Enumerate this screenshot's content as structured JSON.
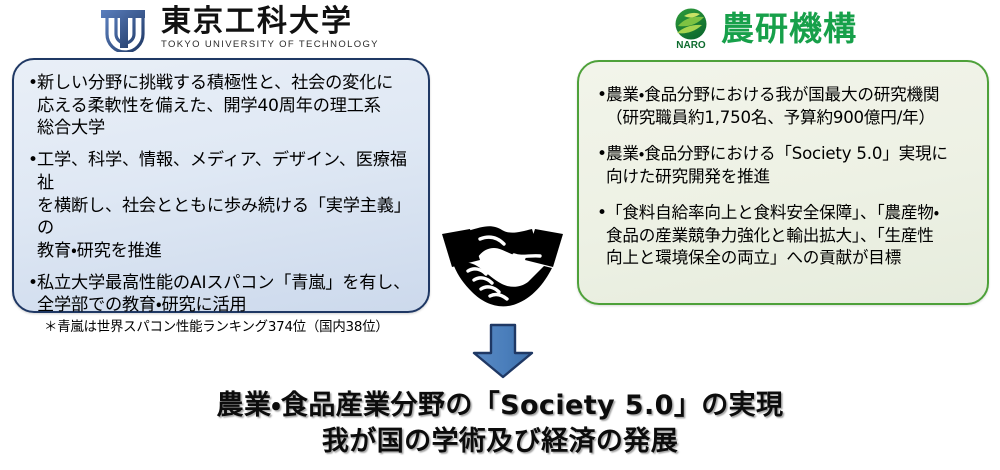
{
  "left_org": {
    "logo_icon": "tut-monogram-icon",
    "name_jp": "東京工科大学",
    "name_en": "TOKYO UNIVERSITY OF TECHNOLOGY",
    "border_color": "#1f3864",
    "fill_color": "#dfe8f4",
    "bullets": [
      "新しい分野に挑戦する積極性と、社会の変化に\n応える柔軟性を備えた、開学40周年の理工系\n総合大学",
      "工学、科学、情報、メディア、デザイン、医療福祉\nを横断し、社会とともに歩み続ける「実学主義」の\n教育・研究を推進",
      "私立大学最高性能のAIスパコン「青嵐」を有し、\n全学部での教育・研究に活用"
    ],
    "footnote": "＊青嵐は世界スパコン性能ランキング374位（国内38位）"
  },
  "right_org": {
    "logo_icon": "naro-leaf-icon",
    "logo_label": "NARO",
    "name_jp": "農研機構",
    "border_color": "#4ea13a",
    "fill_color": "#edf1e4",
    "accent_color": "#17a04a",
    "bullets": [
      "農業・食品分野における我が国最大の研究機関\n（研究職員約1,750名、予算約900億円/年）",
      "農業・食品分野における「Society 5.0」実現に\n向けた研究開発を推進",
      "「食料自給率向上と食料安全保障」、「農産物・\n食品の産業競争力強化と輸出拡大」、「生産性\n向上と環境保全の両立」への貢献が目標"
    ]
  },
  "center": {
    "handshake_icon": "handshake-icon",
    "arrow_icon": "down-arrow-icon",
    "arrow_fill": "#4a7ebb",
    "arrow_stroke": "#1f3864"
  },
  "headline": {
    "line1": "農業・食品産業分野の「Society 5.0」の実現",
    "line2": "我が国の学術及び経済の発展"
  }
}
